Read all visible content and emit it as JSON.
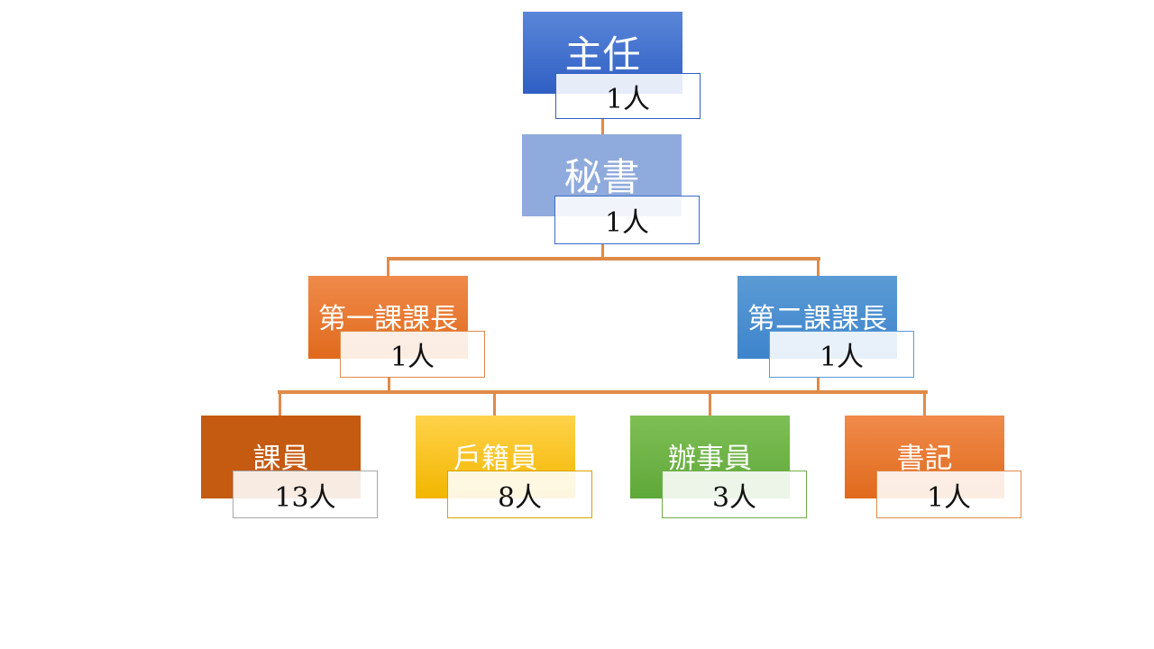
{
  "director": {
    "title": "主任",
    "count": "1人",
    "color_top": "#5a86d8",
    "color_bottom": "#2f5fc4",
    "border": "#2f5fc4"
  },
  "secretary": {
    "title": "秘書",
    "count": "1人",
    "color": "#8faadc",
    "border": "#3a6bc8"
  },
  "section1_chief": {
    "title": "第一課課長",
    "count": "1人",
    "color_top": "#f08a4b",
    "color_bottom": "#e06a1c",
    "border": "#e08a4a"
  },
  "section2_chief": {
    "title": "第二課課長",
    "count": "1人",
    "color_top": "#5b9bd5",
    "color_bottom": "#3d84cc",
    "border": "#5b9bd5"
  },
  "staff": [
    {
      "title": "課員",
      "count": "13人",
      "color": "#c55a11",
      "border": "#a8a8a8"
    },
    {
      "title": "戶籍員",
      "count": "8人",
      "color_top": "#ffd24a",
      "color_bottom": "#f2b600",
      "border": "#d9a400"
    },
    {
      "title": "辦事員",
      "count": "3人",
      "color_top": "#7fbf55",
      "color_bottom": "#5fa83a",
      "border": "#70ad47"
    },
    {
      "title": "書記",
      "count": "1人",
      "color_top": "#f08a4b",
      "color_bottom": "#e06a1c",
      "border": "#e08a4a"
    }
  ],
  "connector_color": "#e08a4a"
}
